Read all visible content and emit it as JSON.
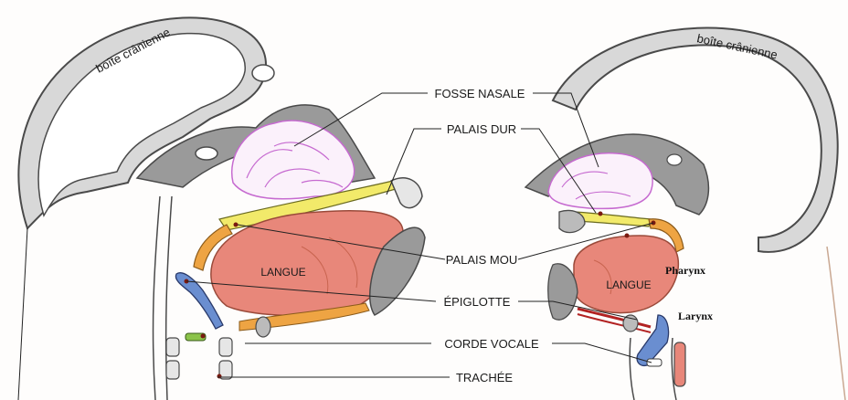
{
  "labels": {
    "skull_left": "boîte crânienne",
    "skull_right": "boîte crânienne",
    "nasal_cavity": "FOSSE NASALE",
    "hard_palate": "PALAIS DUR",
    "soft_palate": "PALAIS MOU",
    "epiglottis": "ÉPIGLOTTE",
    "vocal_cord": "CORDE  VOCALE",
    "trachea": "TRACHÉE",
    "tongue_left": "LANGUE",
    "tongue_right": "LANGUE",
    "pharynx": "Pharynx",
    "larynx": "Larynx"
  },
  "colors": {
    "bone": "#9a9a9a",
    "bone_dark": "#555555",
    "tongue": "#e8877a",
    "tongue_dark": "#c8644f",
    "hard_palate": "#f2ea6a",
    "soft_palate": "#eea443",
    "epiglottis": "#6a8ed0",
    "brain": "#c66ad0",
    "outline": "#4a4a4a",
    "skin": "#f3c9a8",
    "muscle_red": "#b22222",
    "vocal_green": "#8bc34a"
  }
}
